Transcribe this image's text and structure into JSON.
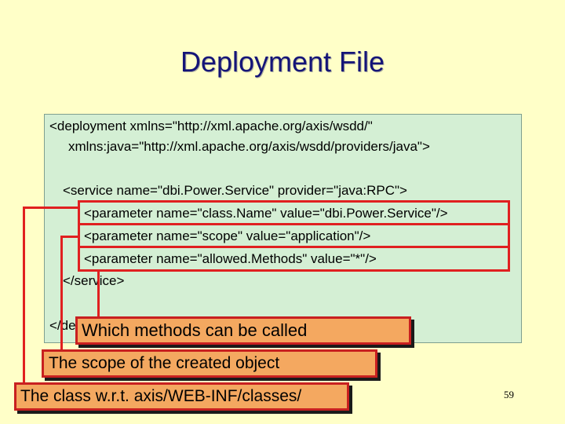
{
  "slide": {
    "title": "Deployment File",
    "page_number": "59"
  },
  "code": {
    "line1": "<deployment xmlns=\"http://xml.apache.org/axis/wsdd/\"",
    "line2": "xmlns:java=\"http://xml.apache.org/axis/wsdd/providers/java\">",
    "line3": "<service name=\"dbi.Power.Service\" provider=\"java:RPC\">",
    "line4": "<parameter name=\"class.Name\" value=\"dbi.Power.Service\"/>",
    "line5": "<parameter name=\"scope\" value=\"application\"/>",
    "line6": "<parameter name=\"allowed.Methods\" value=\"*\"/>",
    "line7": "</service>",
    "line8": "</de"
  },
  "annotations": {
    "methods": "Which methods can be called",
    "scope": "The scope of the created object",
    "class": "The class w.r.t. axis/WEB-INF/classes/"
  },
  "colors": {
    "background": "#FFFFC8",
    "title": "#141478",
    "code_box": "#D4EFD4",
    "highlight": "#E02020",
    "note_fill": "#F4A860"
  }
}
